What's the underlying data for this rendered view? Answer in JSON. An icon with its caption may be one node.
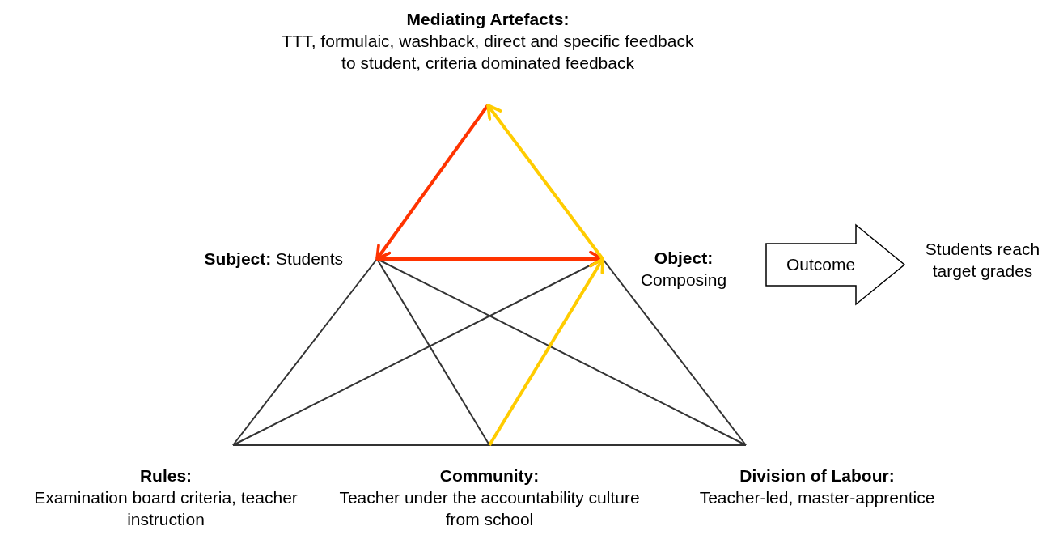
{
  "diagram": {
    "nodes": [
      {
        "text": [
          "Mediating Artefacts:",
          "TTT, formulaic, washback, direct and specific feedback to student, criteria dominated feedback"
        ]
      },
      {
        "text": [
          "**Subject:** Students"
        ]
      },
      {
        "text": [
          "Object:",
          "Composing"
        ]
      },
      {
        "text": [
          "Rules:",
          "Examination board criteria, teacher instruction"
        ]
      },
      {
        "text": [
          "Community:",
          "Teacher under the accountability culture from school"
        ]
      },
      {
        "text": [
          "Division of Labour:",
          "Teacher-led, master-apprentice"
        ]
      },
      {
        "text": [
          "Students reach target grades"
        ]
      }
    ],
    "edges": [
      {
        "from": 0,
        "to": 1,
        "arrow": "to",
        "style": "thick",
        "color": "#ff3300"
      },
      {
        "from": 1,
        "to": 2,
        "arrow": "to",
        "style": "thick",
        "color": "#ff3300"
      },
      {
        "from": 4,
        "to": 2,
        "arrow": "to",
        "style": "thick",
        "color": "#ffcc00"
      },
      {
        "from": 2,
        "to": 0,
        "arrow": "to",
        "style": "thick",
        "color": "#ffcc00"
      },
      {
        "from": 1,
        "to": 3,
        "arrow": "none"
      },
      {
        "from": 2,
        "to": 5,
        "arrow": "none"
      },
      {
        "from": 3,
        "to": 4,
        "arrow": "none"
      },
      {
        "from": 4,
        "to": 5,
        "arrow": "none"
      },
      {
        "from": 1,
        "to": 4,
        "arrow": "none"
      },
      {
        "from": 1,
        "to": 5,
        "arrow": "none"
      },
      {
        "from": 3,
        "to": 2,
        "arrow": "none"
      },
      {
        "from": 2,
        "to": 6,
        "arrow": "to",
        "label": "Outcome",
        "style": "thick"
      }
    ]
  }
}
